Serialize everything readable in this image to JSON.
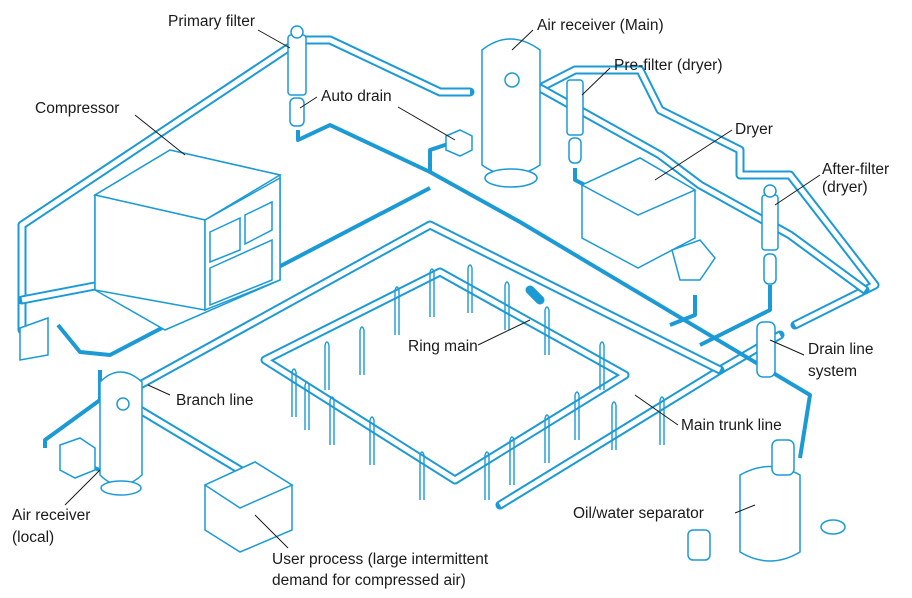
{
  "colors": {
    "pipe_outline": "#1b9ad6",
    "drain_line": "#1b9ad6",
    "equipment_fill": "#ffffff",
    "label_text": "#1a1a1a",
    "background": "#ffffff"
  },
  "labels": {
    "primary_filter": "Primary filter",
    "air_receiver_main": "Air receiver (Main)",
    "pre_filter": "Pre-filter (dryer)",
    "compressor": "Compressor",
    "auto_drain": "Auto drain",
    "dryer": "Dryer",
    "after_filter_line1": "After-filter",
    "after_filter_line2": "(dryer)",
    "ring_main": "Ring main",
    "drain_line_line1": "Drain line",
    "drain_line_line2": "system",
    "branch_line": "Branch line",
    "main_trunk_line": "Main trunk line",
    "air_receiver_local_line1": "Air receiver",
    "air_receiver_local_line2": "(local)",
    "oil_water_separator": "Oil/water separator",
    "user_process_line1": "User process (large intermittent",
    "user_process_line2": "demand for compressed air)"
  }
}
